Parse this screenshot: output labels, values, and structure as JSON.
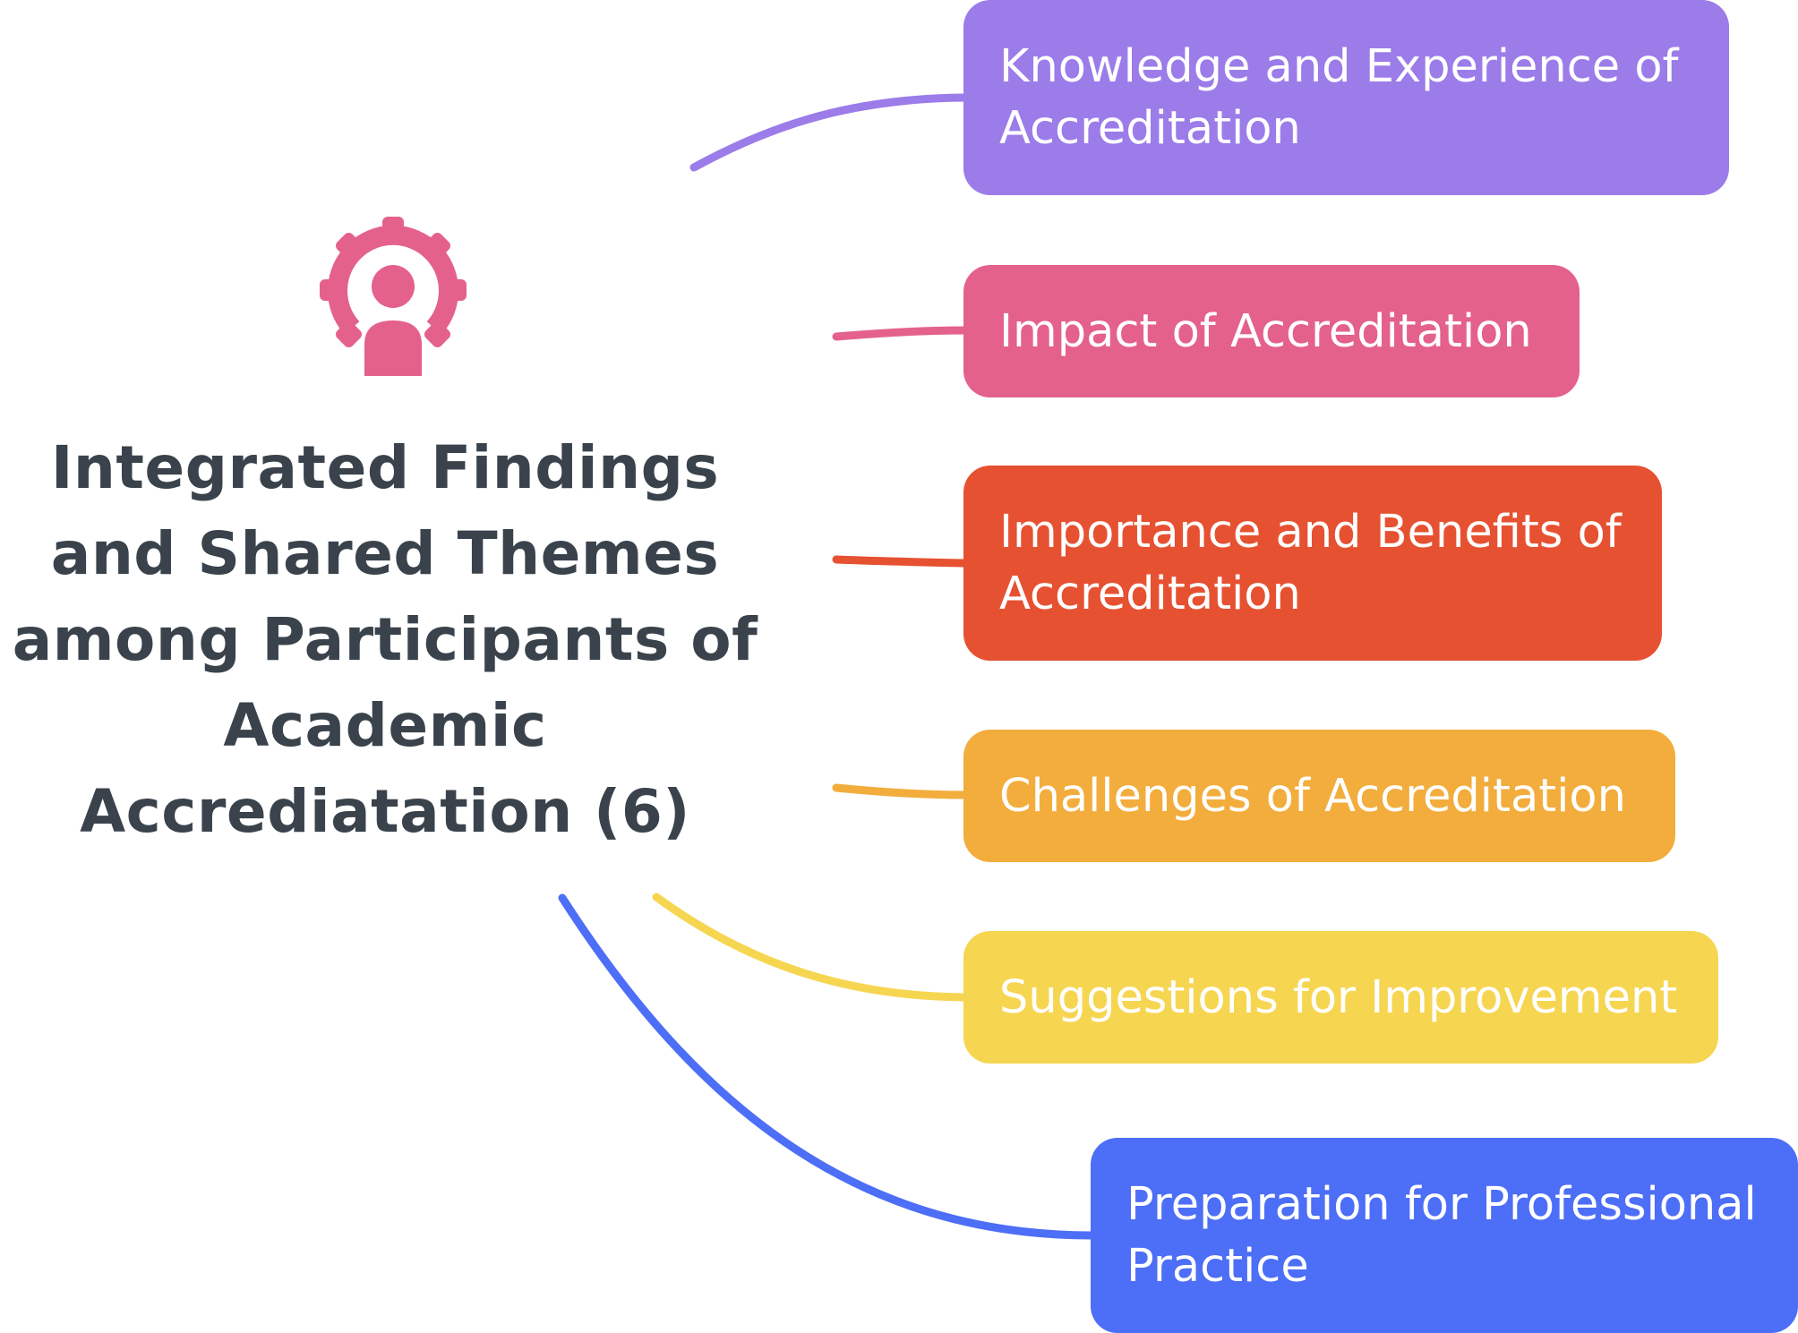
{
  "central_topic": {
    "icon": "person-gear-icon",
    "title": "Integrated Findings and Shared Themes among Participants of Academic Accrediatation (6)"
  },
  "branches": [
    {
      "label": "Knowledge and Experience of Accreditation",
      "color": "#9b7ce9"
    },
    {
      "label": "Impact of Accreditation",
      "color": "#e4618c"
    },
    {
      "label": "Importance and Benefits of Accreditation",
      "color": "#e65132"
    },
    {
      "label": "Challenges of Accreditation",
      "color": "#f2ad3d"
    },
    {
      "label": "Suggestions for Improvement",
      "color": "#f6d551"
    },
    {
      "label": "Preparation for Professional Practice",
      "color": "#4d6ef6"
    }
  ],
  "colors": {
    "title_text": "#3a434c",
    "icon": "#e4618c",
    "background": "#ffffff"
  }
}
